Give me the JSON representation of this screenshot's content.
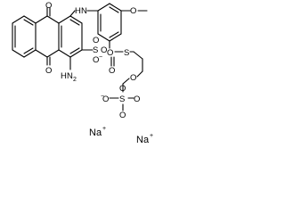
{
  "molecule": {
    "atoms": {
      "o_top": "O",
      "o_bottom": "O",
      "nh": "HN",
      "amine": "NH2",
      "methoxy_o": "O",
      "sulfonate_1": "SO3",
      "sulfonyl": "O",
      "sulfonyl_s": "S",
      "sulfonyl_o2": "O",
      "ester_o": "O",
      "sulfate": "O-S-O",
      "sulfate_o_top": "O",
      "sulfate_o_bottom": "O",
      "sulfate_o_minus": "O"
    },
    "counterions": [
      {
        "label": "Na",
        "charge": "+"
      },
      {
        "label": "Na",
        "charge": "+"
      }
    ],
    "charge_minus": "−",
    "amine_h": "H",
    "amine_sub": "2",
    "amine_n": "N",
    "sulf1_s": "S",
    "sulf1_o1": "O",
    "sulf1_o2": "O",
    "sulf1_o3": "O",
    "hn_n": "N",
    "hn_h": "H",
    "sulf2_s": "S",
    "sulf2_o1": "O",
    "sulf2_o2": "O",
    "sulf2_o3": "O"
  }
}
